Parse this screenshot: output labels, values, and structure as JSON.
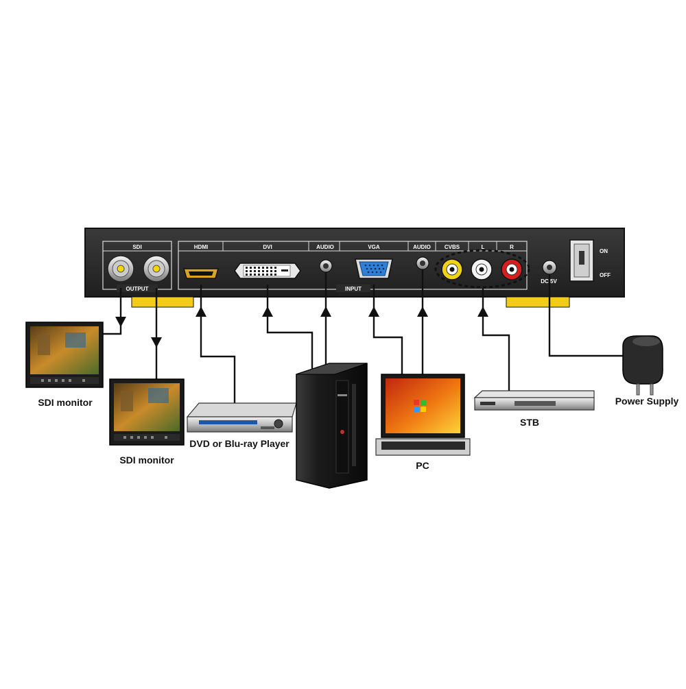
{
  "panel": {
    "sdi_label": "SDI",
    "output_label": "OUTPUT",
    "hdmi_label": "HDMI",
    "dvi_label": "DVI",
    "audio_label_1": "AUDIO",
    "vga_label": "VGA",
    "audio_label_2": "AUDIO",
    "cvbs_label": "CVBS",
    "l_label": "L",
    "r_label": "R",
    "input_label": "INPUT",
    "dc_label": "DC 5V",
    "on_label": "ON",
    "off_label": "OFF"
  },
  "devices": {
    "sdi_monitor_1": "SDI monitor",
    "sdi_monitor_2": "SDI monitor",
    "dvd_player": "DVD or Blu-ray Player",
    "pc": "PC",
    "stb": "STB",
    "power_supply": "Power Supply"
  },
  "colors": {
    "panel": "#2b2b2b",
    "yellow_foot": "#f2cc16",
    "hdmi_gold": "#d9a521",
    "vga_blue": "#2f7fd6",
    "rca_yellow": "#f2d214",
    "rca_white": "#f4f4f4",
    "rca_red": "#d61e1e"
  }
}
